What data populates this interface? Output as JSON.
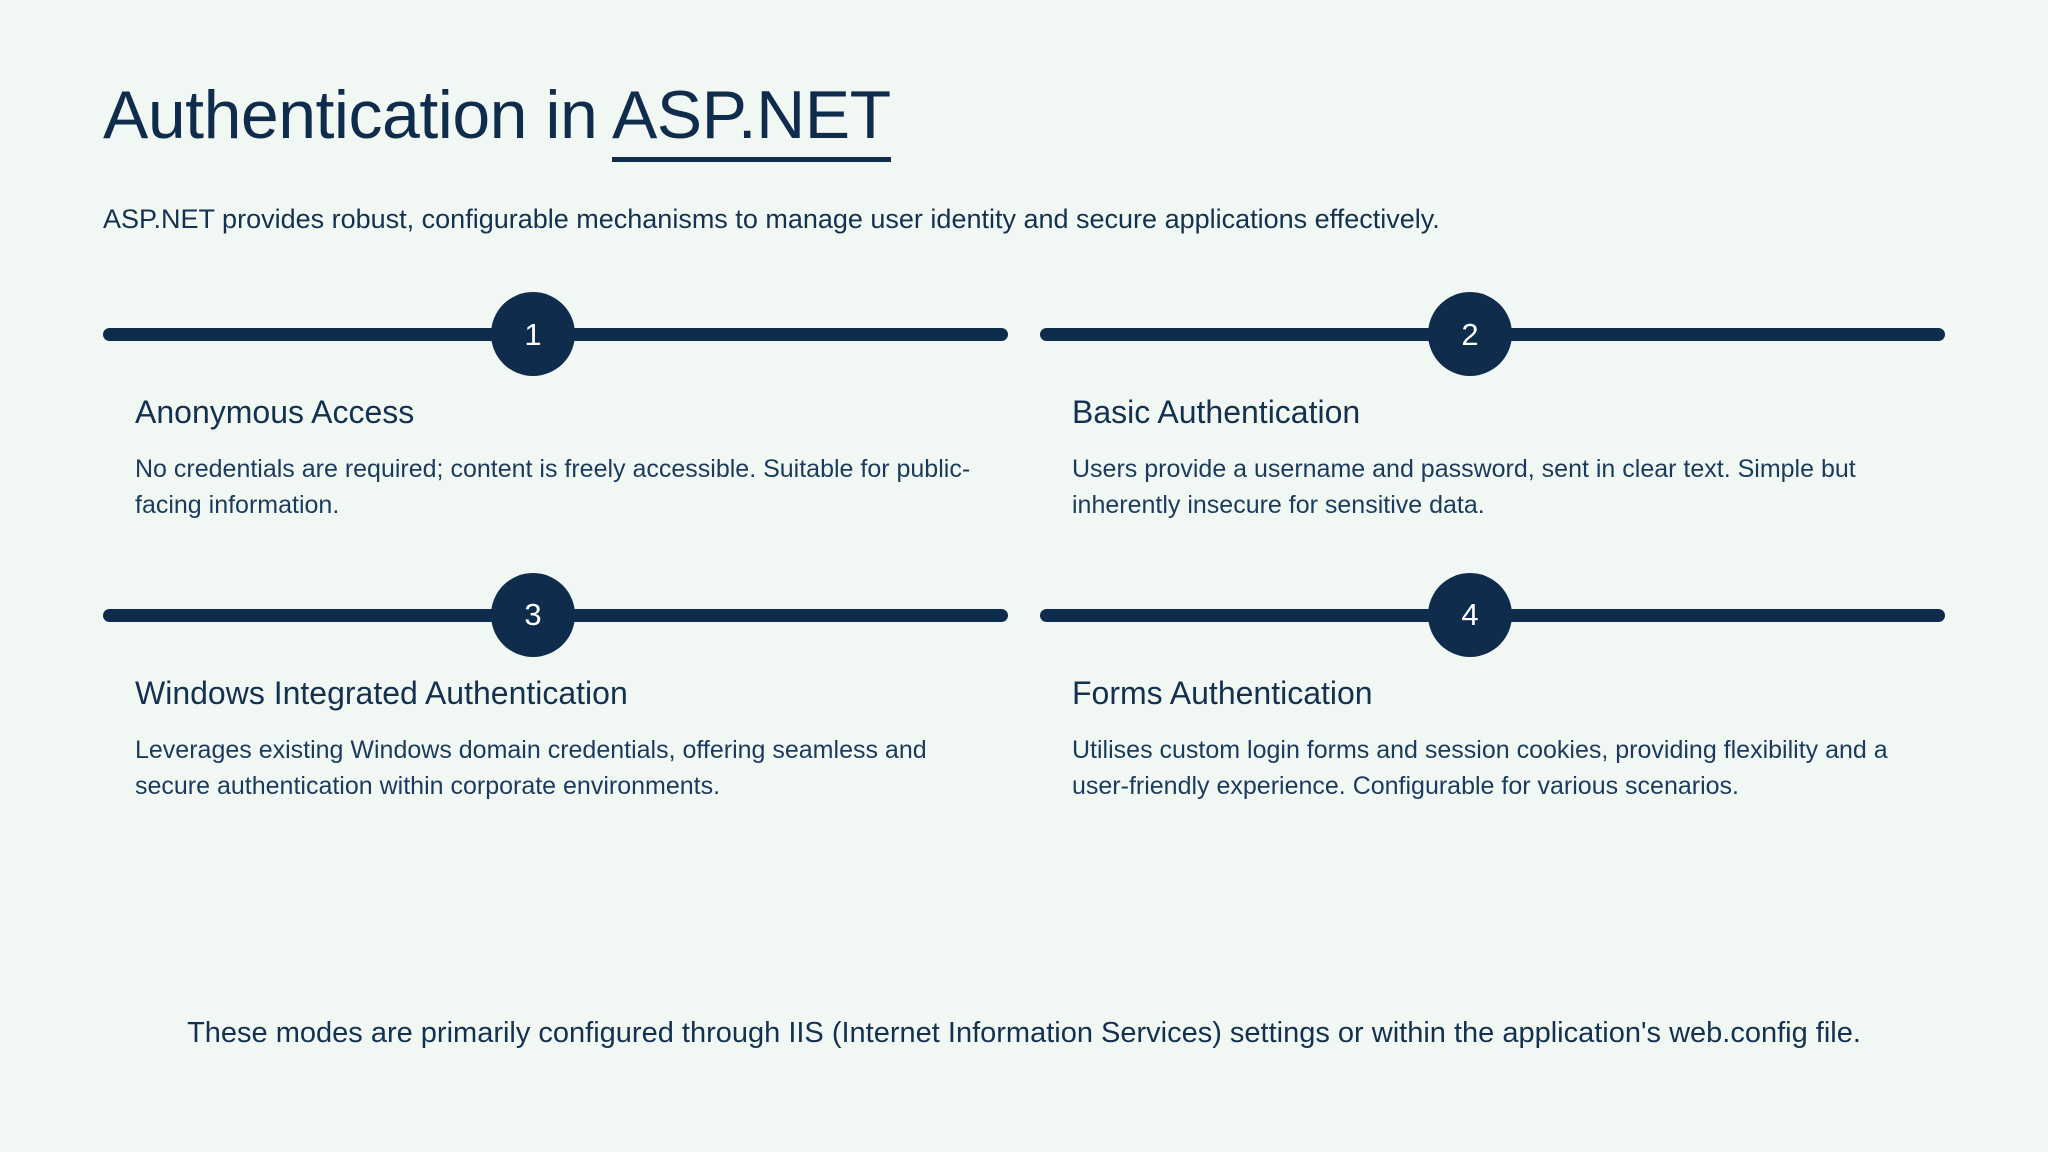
{
  "theme": {
    "background": "#F1F7F3",
    "navy": "#0F2C4C",
    "text": "#14314F",
    "badge_text": "#FFFFFF"
  },
  "header": {
    "title_plain": "Authentication in ",
    "title_accent": "ASP.NET",
    "subtitle": "ASP.NET provides robust, configurable mechanisms to manage user identity and secure applications effectively."
  },
  "steps": [
    {
      "number": "1",
      "title": "Anonymous Access",
      "description": "No credentials are required; content is freely accessible. Suitable for public-facing information."
    },
    {
      "number": "2",
      "title": "Basic Authentication",
      "description": "Users provide a username and password, sent in clear text. Simple but inherently insecure for sensitive data."
    },
    {
      "number": "3",
      "title": "Windows Integrated Authentication",
      "description": "Leverages existing Windows domain credentials, offering seamless and secure authentication within corporate environments."
    },
    {
      "number": "4",
      "title": "Forms Authentication",
      "description": "Utilises custom login forms and session cookies, providing flexibility and a user-friendly experience. Configurable for various scenarios."
    }
  ],
  "footer": {
    "note": "These modes are primarily configured through IIS (Internet Information Services) settings or within the application's web.config file."
  }
}
